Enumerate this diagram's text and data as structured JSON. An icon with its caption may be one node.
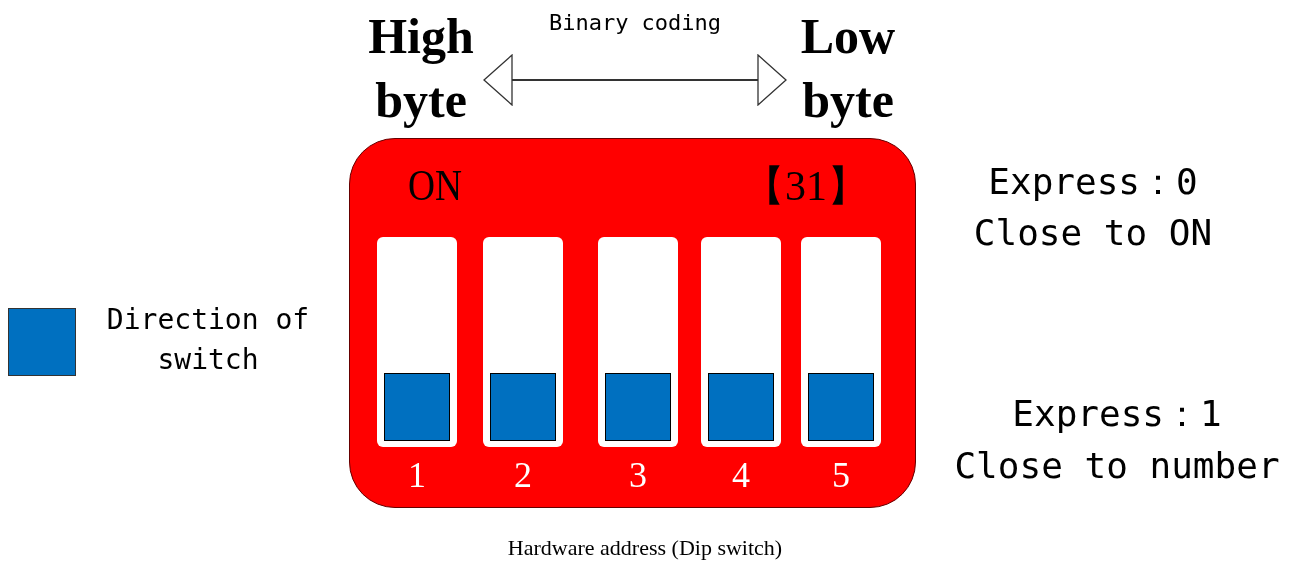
{
  "diagram": {
    "caption": "Hardware address (Dip switch)",
    "nodes": [
      {
        "text": [
          "High byte"
        ]
      },
      {
        "text": [
          "Low byte"
        ]
      },
      {
        "text": [
          "ON",
          "【31】"
        ]
      },
      {
        "text": [
          "1"
        ],
        "in": 2
      },
      {
        "text": [
          "2"
        ],
        "in": 2
      },
      {
        "text": [
          "3"
        ],
        "in": 2
      },
      {
        "text": [
          "4"
        ],
        "in": 2
      },
      {
        "text": [
          "5"
        ],
        "in": 2
      }
    ],
    "edges": [
      {
        "from": 0,
        "to": 1,
        "arrow": "both",
        "label": "Binary coding"
      }
    ],
    "labels": [
      "Express：0",
      "Close to ON",
      "Express：1",
      "Close to number"
    ],
    "legend": [
      {
        "text": "Direction of switch",
        "color": "#0070c0"
      }
    ]
  }
}
